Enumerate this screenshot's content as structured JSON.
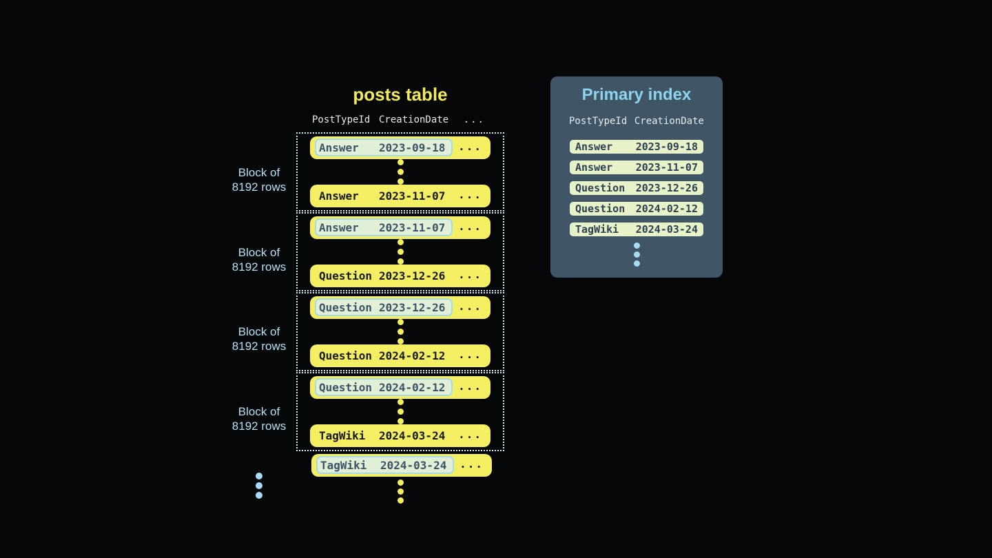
{
  "posts_table": {
    "title": "posts table",
    "headers": {
      "col1": "PostTypeId",
      "col2": "CreationDate",
      "col3": "..."
    },
    "block_label": {
      "line1": "Block of",
      "line2": "8192 rows"
    },
    "row_ellipsis": "...",
    "blocks": [
      {
        "first": {
          "type": "Answer",
          "date": "2023-09-18"
        },
        "last": {
          "type": "Answer",
          "date": "2023-11-07"
        }
      },
      {
        "first": {
          "type": "Answer",
          "date": "2023-11-07"
        },
        "last": {
          "type": "Question",
          "date": "2023-12-26"
        }
      },
      {
        "first": {
          "type": "Question",
          "date": "2023-12-26"
        },
        "last": {
          "type": "Question",
          "date": "2024-02-12"
        }
      },
      {
        "first": {
          "type": "Question",
          "date": "2024-02-12"
        },
        "last": {
          "type": "TagWiki",
          "date": "2024-03-24"
        }
      }
    ],
    "overflow_row": {
      "type": "TagWiki",
      "date": "2024-03-24"
    }
  },
  "primary_index": {
    "title": "Primary index",
    "headers": {
      "col1": "PostTypeId",
      "col2": "CreationDate"
    },
    "rows": [
      {
        "type": "Answer",
        "date": "2023-09-18"
      },
      {
        "type": "Answer",
        "date": "2023-11-07"
      },
      {
        "type": "Question",
        "date": "2023-12-26"
      },
      {
        "type": "Question",
        "date": "2024-02-12"
      },
      {
        "type": "TagWiki",
        "date": "2024-03-24"
      }
    ]
  },
  "colors": {
    "bg": "#060708",
    "yellow": "#f4ee62",
    "yellow-title": "#f2ea5e",
    "row-text": "#16191d",
    "hl-fill": "#e2efd7",
    "hl-border": "#a6d9ea",
    "hl-text": "#3c5266",
    "dotted": "#d3ecf4",
    "blue-label": "#b5e0f3",
    "blue-dot": "#a8dcf5",
    "panel-bg": "#405667",
    "panel-title": "#8ed3ee",
    "header-text": "#e6ebee",
    "pi-row-bg": "#e8f2c8",
    "pi-row-text": "#2c4052"
  }
}
